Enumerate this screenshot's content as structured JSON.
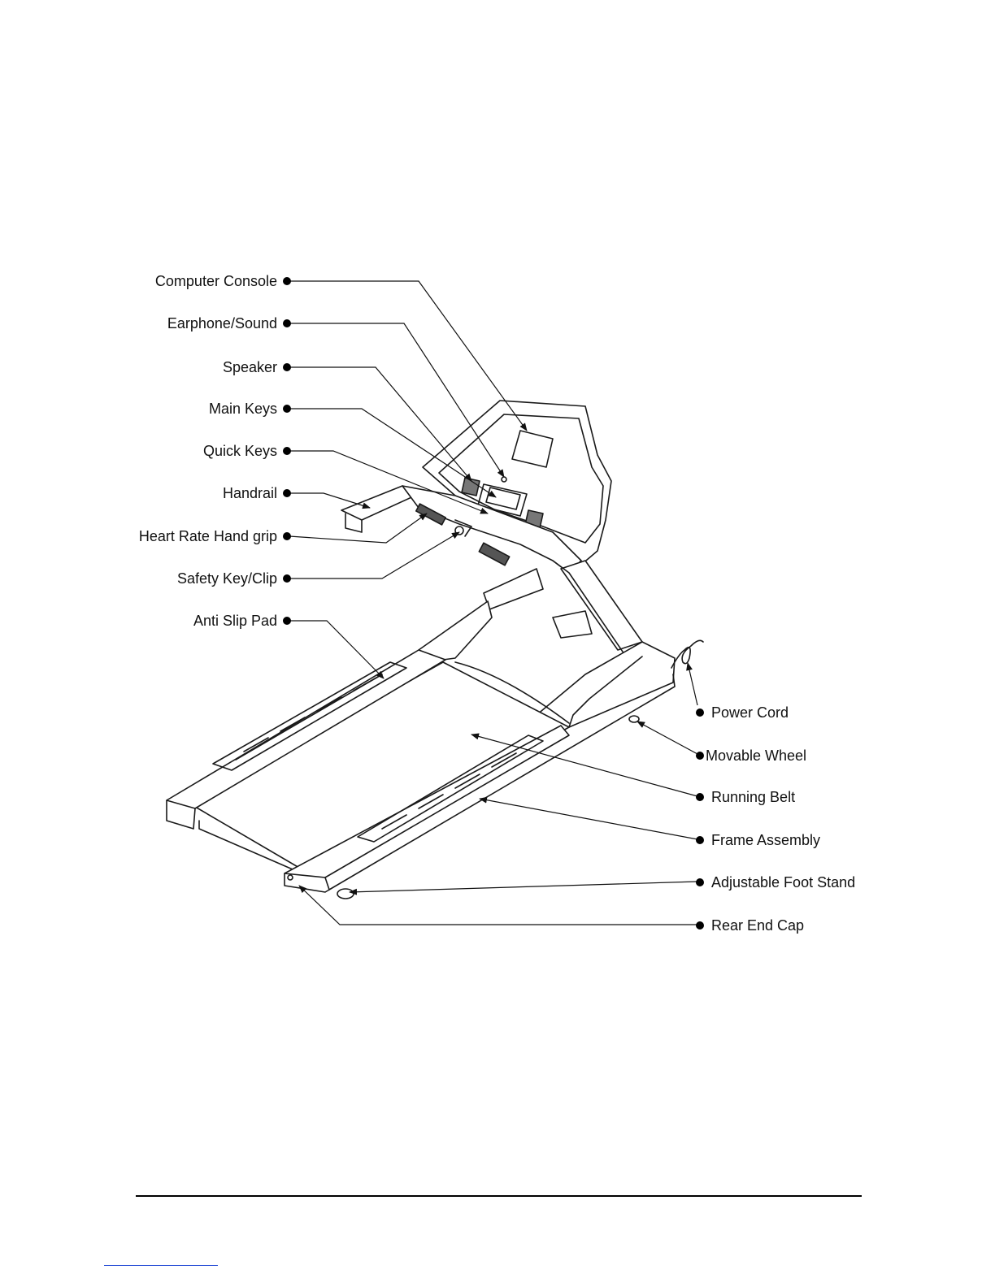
{
  "diagram": {
    "left_labels": [
      {
        "id": "computer-console",
        "text": "Computer Console"
      },
      {
        "id": "earphone-sound",
        "text": "Earphone/Sound"
      },
      {
        "id": "speaker",
        "text": "Speaker"
      },
      {
        "id": "main-keys",
        "text": "Main Keys"
      },
      {
        "id": "quick-keys",
        "text": "Quick Keys"
      },
      {
        "id": "handrail",
        "text": "Handrail"
      },
      {
        "id": "heart-rate-hand-grip",
        "text": "Heart Rate Hand grip"
      },
      {
        "id": "safety-key-clip",
        "text": "Safety Key/Clip"
      },
      {
        "id": "anti-slip-pad",
        "text": "Anti Slip Pad"
      }
    ],
    "right_labels": [
      {
        "id": "power-cord",
        "text": "Power Cord"
      },
      {
        "id": "movable-wheel",
        "text": "Movable Wheel"
      },
      {
        "id": "running-belt",
        "text": "Running Belt"
      },
      {
        "id": "frame-assembly",
        "text": "Frame Assembly"
      },
      {
        "id": "adjustable-foot-stand",
        "text": "Adjustable Foot Stand"
      },
      {
        "id": "rear-end-cap",
        "text": "Rear End Cap"
      }
    ]
  }
}
